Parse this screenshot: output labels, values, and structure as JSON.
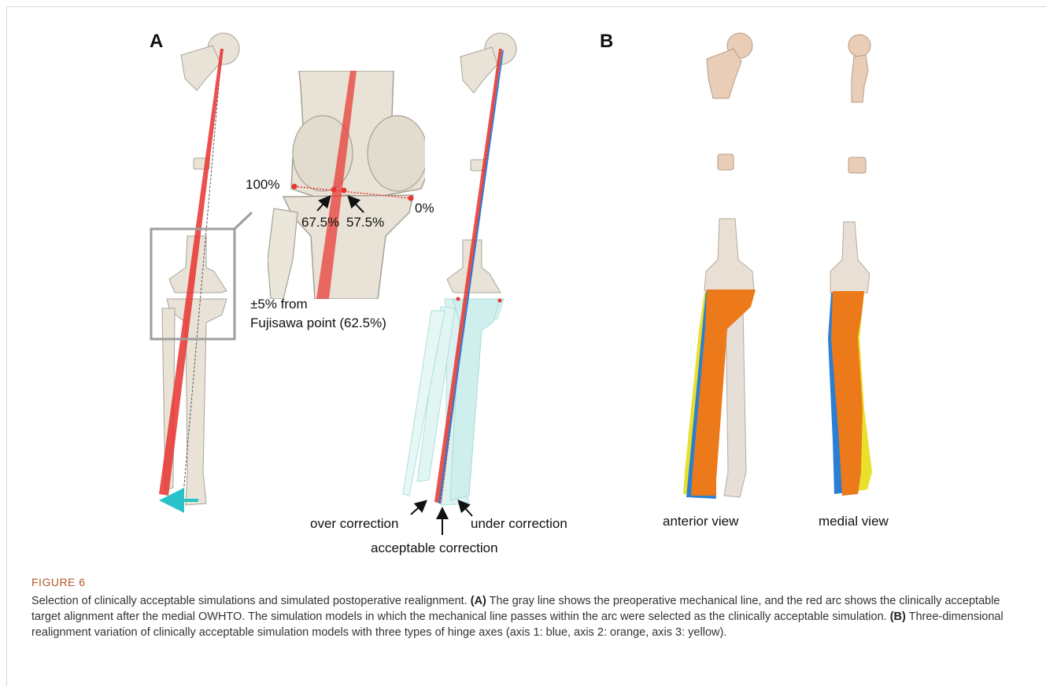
{
  "panel_a": {
    "label": "A",
    "pct_100": "100%",
    "pct_0": "0%",
    "pct_67": "67.5%",
    "pct_57": "57.5%",
    "range_line1": "±5% from",
    "range_line2": "Fujisawa point (62.5%)",
    "over": "over correction",
    "under": "under correction",
    "acceptable": "acceptable correction"
  },
  "panel_b": {
    "label": "B",
    "anterior": "anterior view",
    "medial": "medial view"
  },
  "caption": {
    "figure_label": "FIGURE 6",
    "lead": "Selection of clinically acceptable simulations and simulated postoperative realignment. ",
    "a_tag": "(A)",
    "a_text": " The gray line shows the preoperative mechanical line, and the red arc shows the clinically acceptable target alignment after the medial OWHTO. The simulation models in which the mechanical line passes within the arc were selected as the clinically acceptable simulation. ",
    "b_tag": "(B)",
    "b_text": " Three-dimensional realignment variation of clinically acceptable simulation models with three types of hinge axes (axis 1: blue, axis 2: orange, axis 3: yellow)."
  },
  "colors": {
    "bone": "#e8e3d6",
    "bone_tan": "#e9cdb6",
    "red": "#e8332f",
    "cyan": "#29c2c9",
    "orange": "#ec7a1a",
    "blue": "#2a7fd4",
    "yellow": "#e8e02a",
    "caption_accent": "#b5562b"
  }
}
